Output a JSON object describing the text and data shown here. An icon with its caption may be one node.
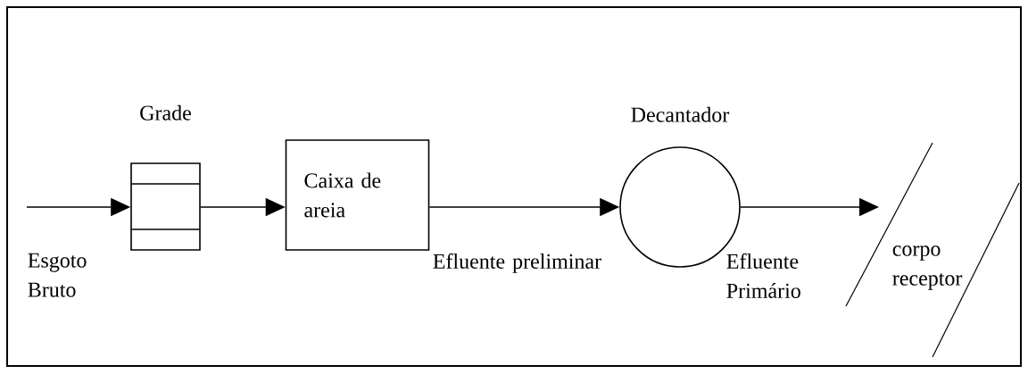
{
  "diagram": {
    "nodes": [
      {
        "text": [
          "Grade"
        ]
      },
      {
        "text": [
          "Caixa de areia"
        ]
      },
      {
        "text": [
          "Decantador"
        ]
      },
      {
        "text": [
          "corpo receptor"
        ]
      }
    ],
    "edges": [
      {
        "from": null,
        "to": 0,
        "arrow": "to",
        "label": "Esgoto Bruto"
      },
      {
        "from": 0,
        "to": 1,
        "arrow": "to"
      },
      {
        "from": 1,
        "to": 2,
        "arrow": "to",
        "label": "Efluente preliminar"
      },
      {
        "from": 2,
        "to": 3,
        "arrow": "to",
        "label": "Efluente Primário"
      }
    ]
  }
}
